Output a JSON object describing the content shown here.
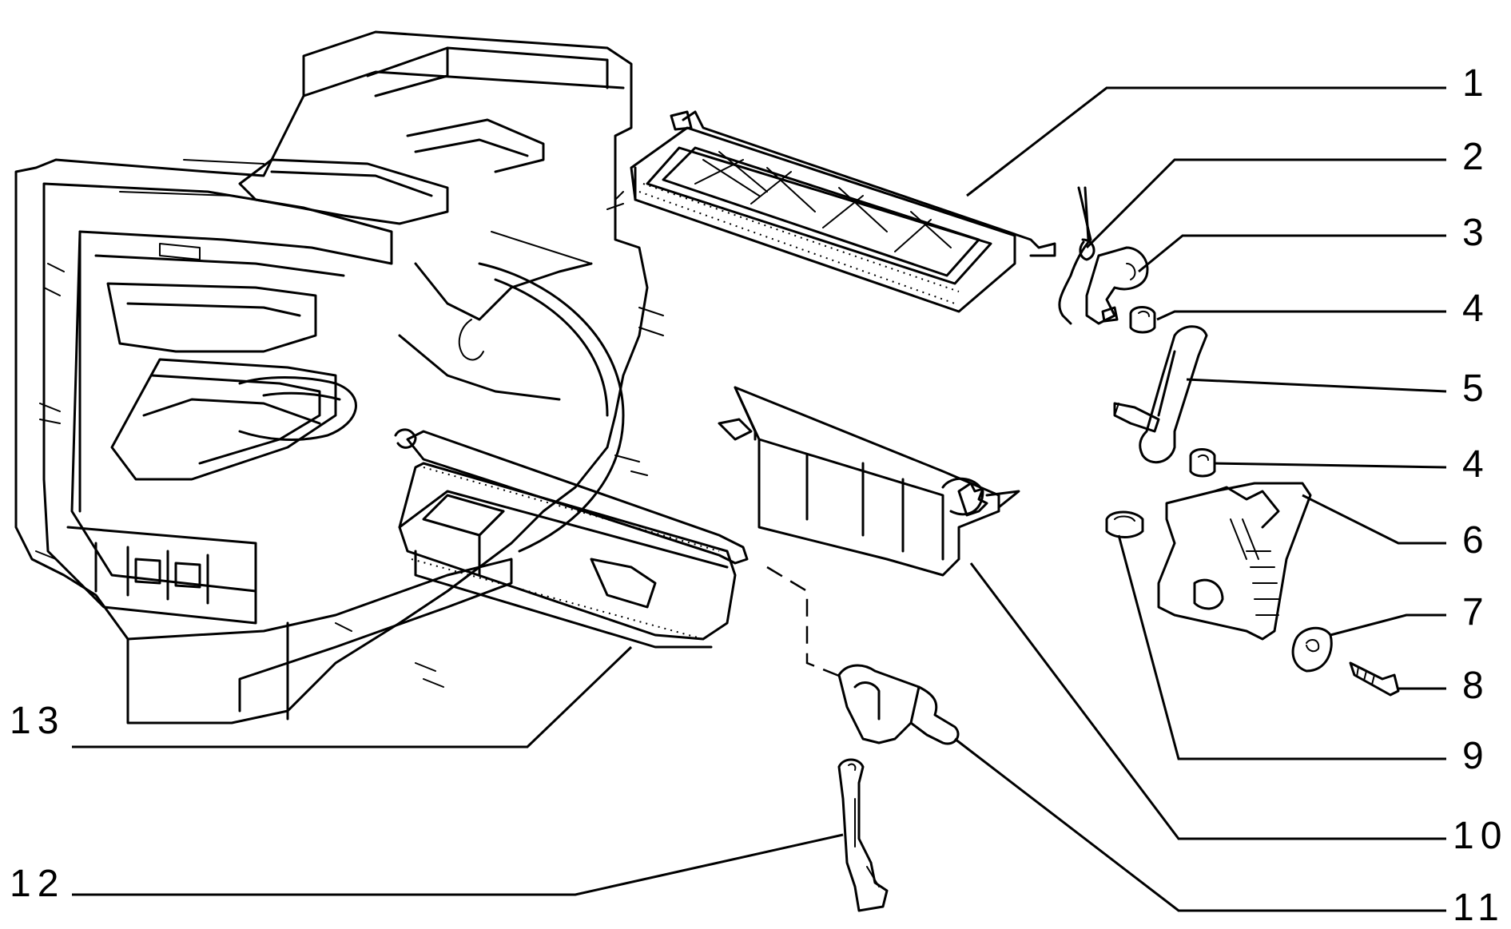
{
  "callouts": [
    {
      "id": "1",
      "label": "1"
    },
    {
      "id": "2",
      "label": "2"
    },
    {
      "id": "3",
      "label": "3"
    },
    {
      "id": "4a",
      "label": "4"
    },
    {
      "id": "5",
      "label": "5"
    },
    {
      "id": "4b",
      "label": "4"
    },
    {
      "id": "6",
      "label": "6"
    },
    {
      "id": "7",
      "label": "7"
    },
    {
      "id": "8",
      "label": "8"
    },
    {
      "id": "9",
      "label": "9"
    },
    {
      "id": "10",
      "label": "10"
    },
    {
      "id": "11",
      "label": "11"
    },
    {
      "id": "12",
      "label": "12"
    },
    {
      "id": "13",
      "label": "13"
    }
  ]
}
